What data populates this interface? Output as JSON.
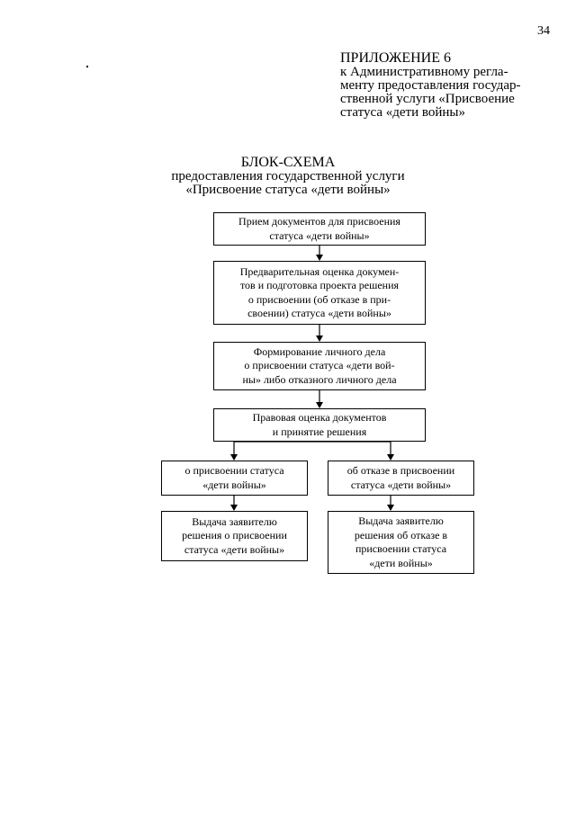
{
  "page_number": "34",
  "appendix": {
    "title": "ПРИЛОЖЕНИЕ 6",
    "lines": [
      "к Административному регла-",
      "менту предоставления государ-",
      "ственной услуги «Присвоение",
      "статуса «дети войны»"
    ]
  },
  "heading": {
    "title": "БЛОК-СХЕМА",
    "lines": [
      "предоставления государственной услуги",
      "«Присвоение статуса «дети войны»"
    ]
  },
  "flowchart": {
    "receive": [
      "Прием документов для присвоения",
      "статуса «дети войны»"
    ],
    "prelim": [
      "Предварительная оценка докумен-",
      "тов и подготовка проекта решения",
      "о присвоении (об отказе в при-",
      "своении) статуса «дети войны»"
    ],
    "case": [
      "Формирование личного дела",
      "о присвоении статуса «дети вой-",
      "ны» либо отказного личного дела"
    ],
    "legal": [
      "Правовая оценка документов",
      "и принятие решения"
    ],
    "grant": [
      "о присвоении статуса",
      "«дети войны»"
    ],
    "refuse": [
      "об отказе в присвоении",
      "статуса «дети войны»"
    ],
    "issue_grant": [
      "Выдача заявителю",
      "решения о присвоении",
      "статуса «дети войны»"
    ],
    "issue_refuse": [
      "Выдача заявителю",
      "решения об отказе в",
      "присвоении статуса",
      "«дети войны»"
    ]
  }
}
